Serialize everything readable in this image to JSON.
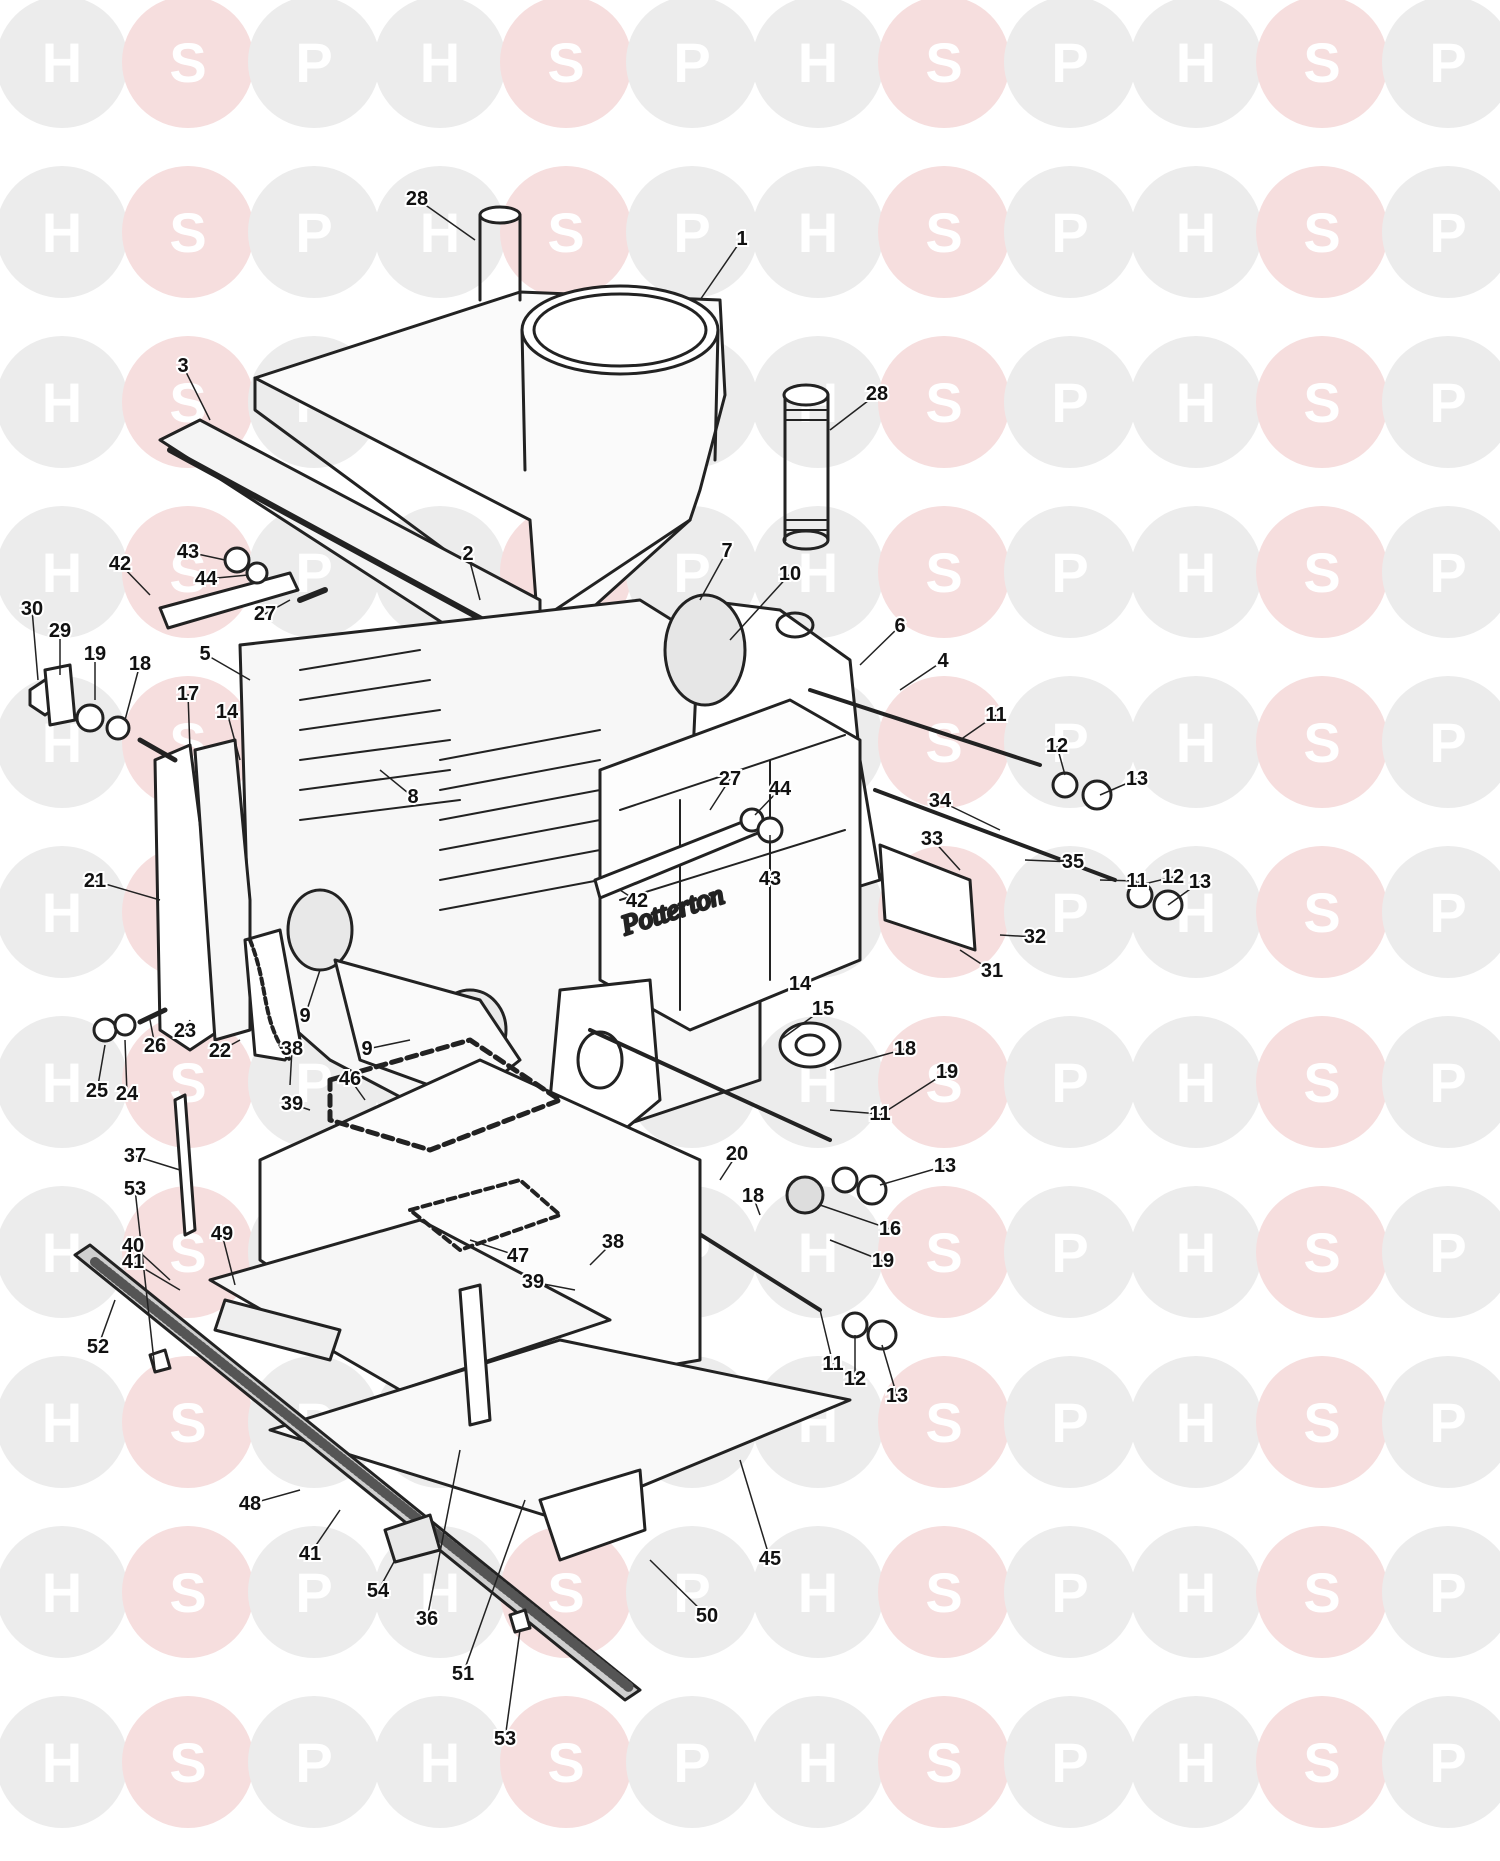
{
  "watermark": {
    "letters": [
      "H",
      "S",
      "P"
    ],
    "colors": {
      "grey": "#ececec",
      "pink": "#f6dede"
    }
  },
  "diagram": {
    "brand_text": "Potterton",
    "labels": [
      "1",
      "2",
      "3",
      "4",
      "5",
      "6",
      "7",
      "8",
      "9",
      "9",
      "10",
      "11",
      "11",
      "11",
      "11",
      "12",
      "12",
      "12",
      "13",
      "13",
      "13",
      "13",
      "14",
      "14",
      "15",
      "16",
      "17",
      "18",
      "18",
      "18",
      "19",
      "19",
      "19",
      "20",
      "21",
      "22",
      "23",
      "24",
      "25",
      "26",
      "27",
      "27",
      "28",
      "28",
      "29",
      "30",
      "31",
      "32",
      "33",
      "34",
      "35",
      "36",
      "37",
      "38",
      "38",
      "39",
      "39",
      "40",
      "41",
      "41",
      "42",
      "42",
      "43",
      "43",
      "44",
      "44",
      "45",
      "46",
      "47",
      "48",
      "49",
      "50",
      "51",
      "52",
      "53",
      "53",
      "54"
    ]
  }
}
